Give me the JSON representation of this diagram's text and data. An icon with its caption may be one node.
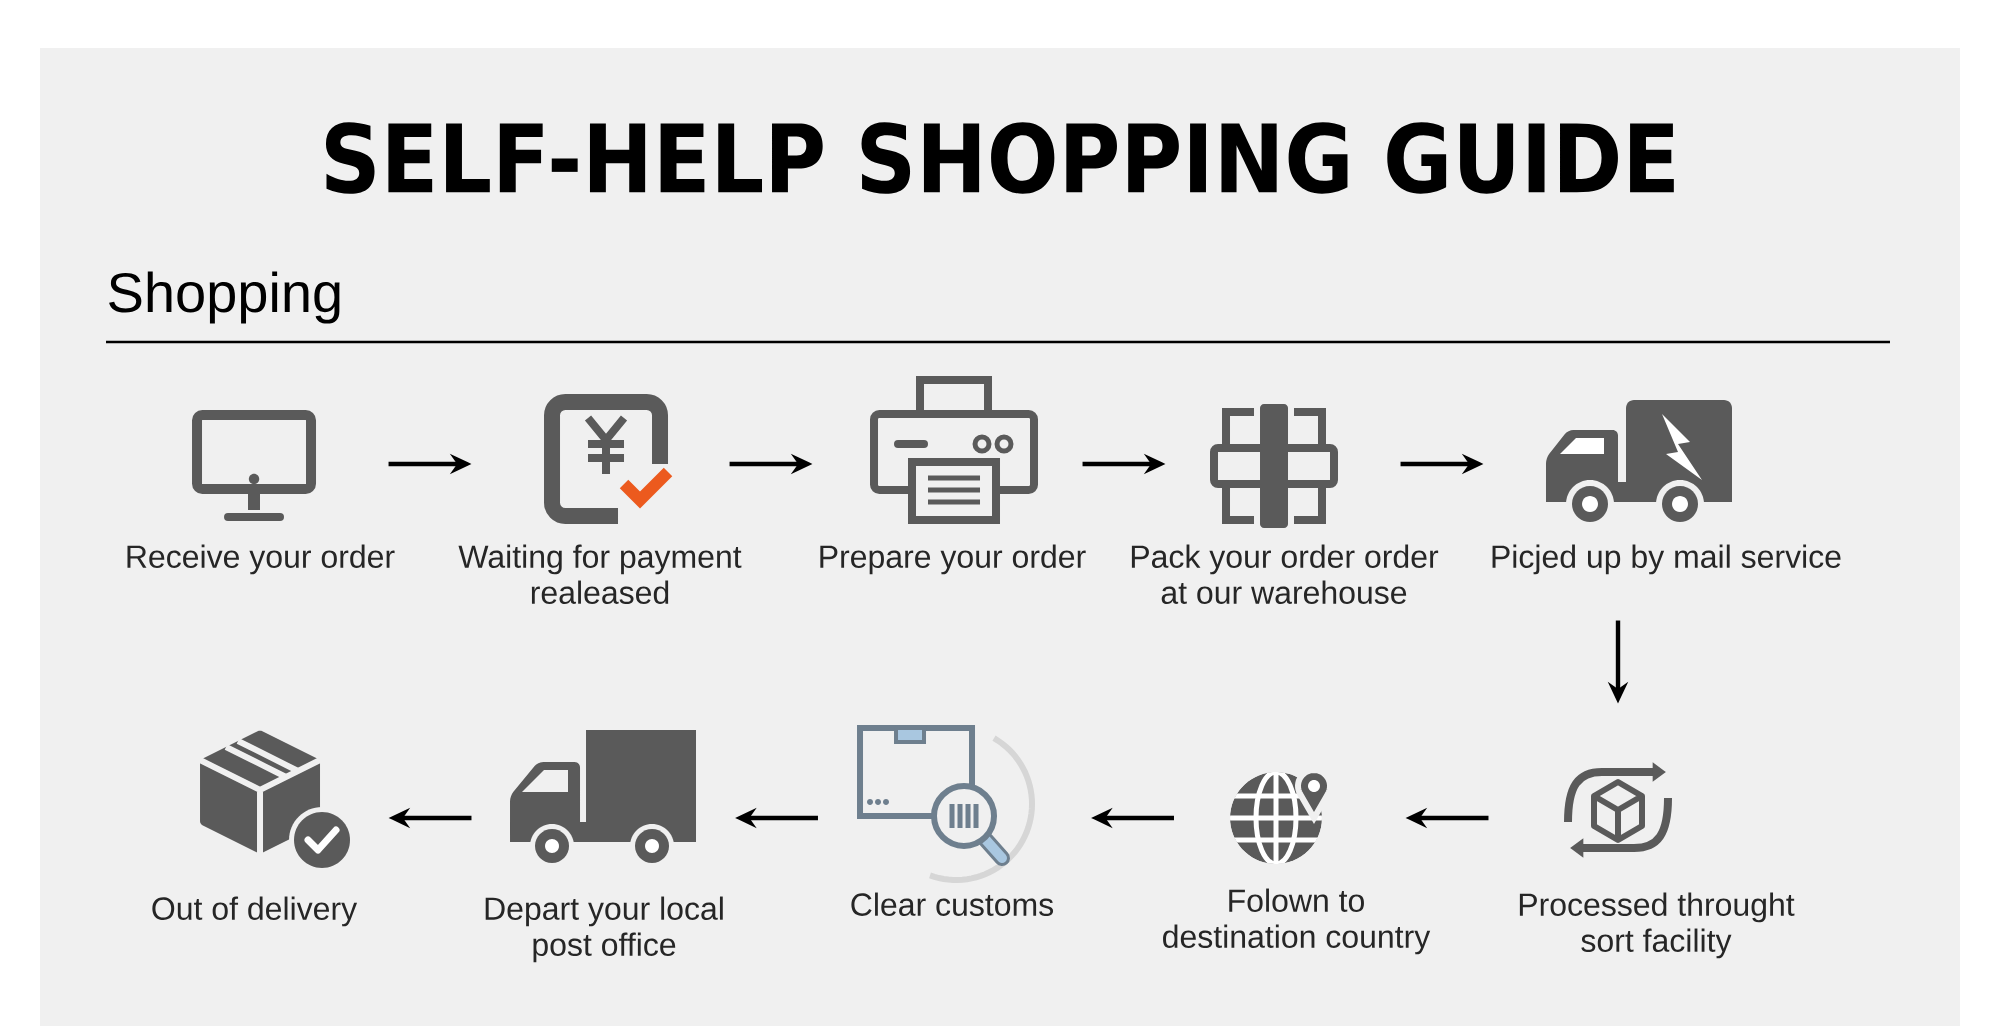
{
  "diagram": {
    "title": "SELF-HELP SHOPPING GUIDE",
    "nodes": [
      {
        "text": [],
        "shape": "picture",
        "beside": [
          "Receive your order"
        ]
      },
      {
        "text": [],
        "shape": "picture",
        "beside": [
          "Waiting for payment realeased"
        ]
      },
      {
        "text": [],
        "shape": "picture",
        "beside": [
          "Prepare your order"
        ]
      },
      {
        "text": [],
        "shape": "picture",
        "beside": [
          "Pack your order order at our warehouse"
        ]
      },
      {
        "text": [],
        "shape": "picture",
        "beside": [
          "Picjed up by mail service"
        ]
      },
      {
        "text": [],
        "shape": "picture",
        "beside": [
          "Processed throught sort facility"
        ]
      },
      {
        "text": [],
        "shape": "picture",
        "beside": [
          "Folown to destination country"
        ]
      },
      {
        "text": [],
        "shape": "picture",
        "beside": [
          "Clear customs"
        ]
      },
      {
        "text": [],
        "shape": "picture",
        "beside": [
          "Depart your local post office"
        ]
      },
      {
        "text": [],
        "shape": "picture",
        "beside": [
          "Out of delivery"
        ]
      }
    ],
    "edges": [
      {
        "from": 0,
        "to": 1,
        "arrow": "to"
      },
      {
        "from": 1,
        "to": 2,
        "arrow": "to"
      },
      {
        "from": 2,
        "to": 3,
        "arrow": "to"
      },
      {
        "from": 3,
        "to": 4,
        "arrow": "to"
      },
      {
        "from": 4,
        "to": 5,
        "arrow": "to"
      },
      {
        "from": 5,
        "to": 6,
        "arrow": "to"
      },
      {
        "from": 6,
        "to": 7,
        "arrow": "to"
      },
      {
        "from": 7,
        "to": 8,
        "arrow": "to"
      },
      {
        "from": 8,
        "to": 9,
        "arrow": "to"
      }
    ],
    "labels": [
      "Shopping"
    ]
  }
}
